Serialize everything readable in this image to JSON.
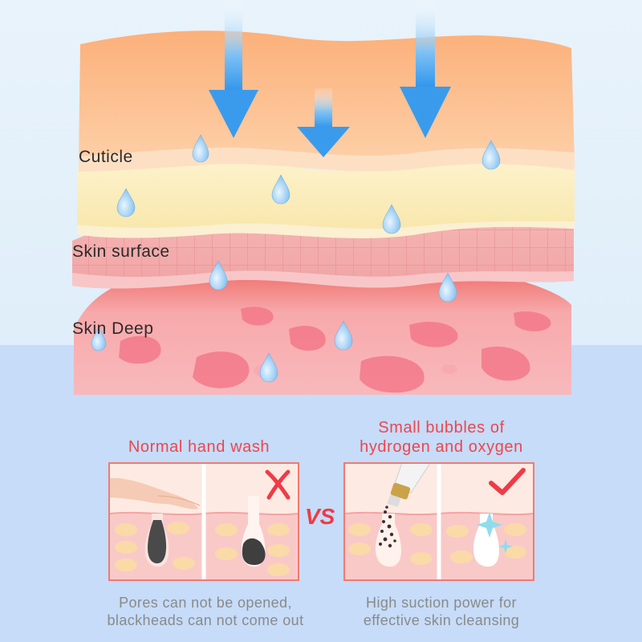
{
  "layers": {
    "cuticle": "Cuticle",
    "skin_surface": "Skin surface",
    "skin_deep": "Skin Deep"
  },
  "comparison": {
    "left": {
      "title": "Normal hand wash",
      "caption_line1": "Pores can not be opened,",
      "caption_line2": "blackheads can not come out",
      "mark": "cross"
    },
    "vs": "VS",
    "right": {
      "title_line1": "Small bubbles of",
      "title_line2": "hydrogen and oxygen",
      "caption_line1": "High suction power for",
      "caption_line2": "effective skin cleansing",
      "mark": "check"
    }
  },
  "colors": {
    "accent_red": "#f0454e",
    "caption_gray": "#8a8a8a",
    "water_blue": "#5aaef0"
  }
}
